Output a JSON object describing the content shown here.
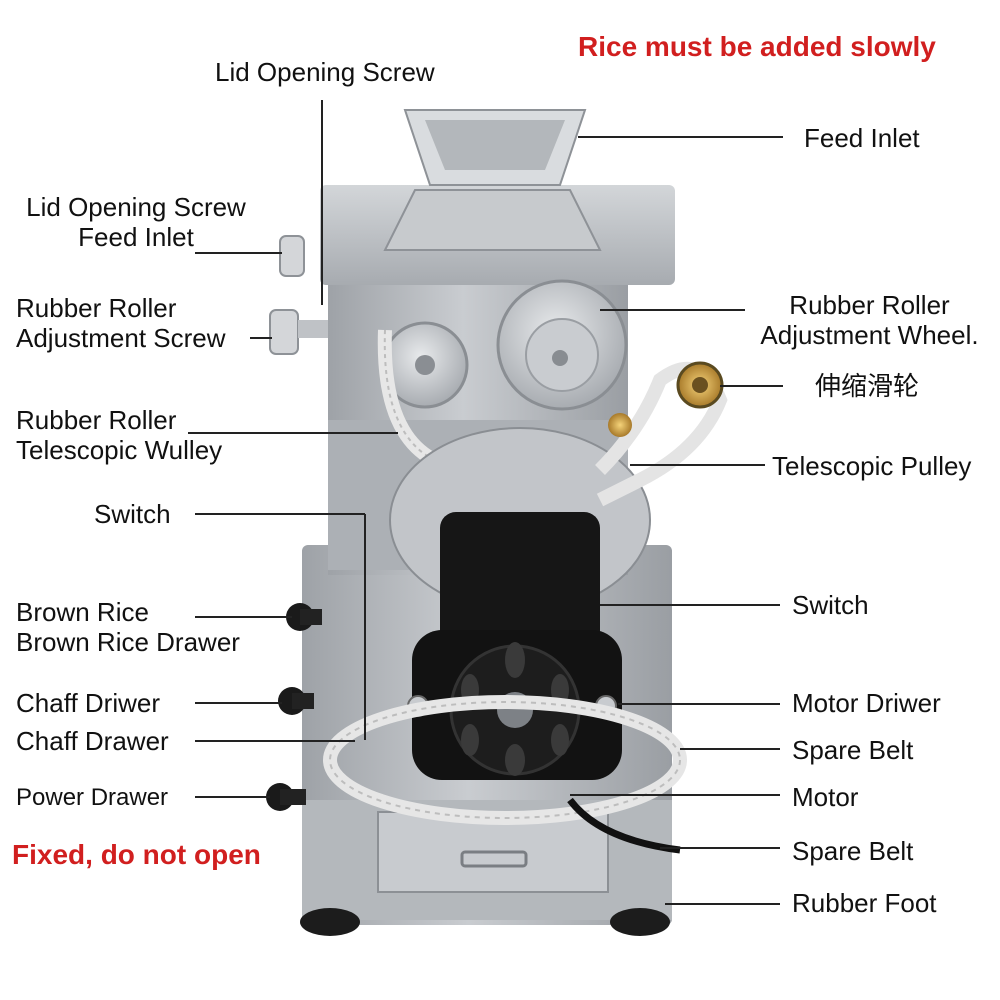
{
  "notes": {
    "top_warning": "Rice must be added slowly",
    "bottom_warning": "Fixed, do not open"
  },
  "labels_left": {
    "lid_opening_screw_top": "Lid Opening Screw",
    "lid_screw_feed_line1": "Lid Opening Screw",
    "lid_screw_feed_line2": "Feed Inlet",
    "roller_adjust_line1": "Rubber Roller",
    "roller_adjust_line2": "Adjustment Screw",
    "roller_pulley_line1": "Rubber Roller",
    "roller_pulley_line2": "Telescopic Wulley",
    "switch": "Switch",
    "brown_rice_line1": "Brown Rice",
    "brown_rice_line2": "Brown Rice Drawer",
    "chaff_driwer": "Chaff Driwer",
    "chaff_drawer": "Chaff Drawer",
    "power_drawer": "Power Drawer"
  },
  "labels_right": {
    "feed_inlet": "Feed Inlet",
    "roller_wheel_line1": "Rubber Roller",
    "roller_wheel_line2": "Adjustment Wheel.",
    "chinese_pulley": "伸缩滑轮",
    "telescopic_pulley": "Telescopic Pulley",
    "switch": "Switch",
    "motor_driwer": "Motor Driwer",
    "spare_belt_1": "Spare Belt",
    "motor": "Motor",
    "spare_belt_2": "Spare Belt",
    "rubber_foot": "Rubber Foot"
  },
  "colors": {
    "warning": "#d11f1f",
    "body_metal": "#b9bcc0",
    "belt": "#e6e6e6",
    "motor": "#151515",
    "knob": "#1a1a1a"
  }
}
